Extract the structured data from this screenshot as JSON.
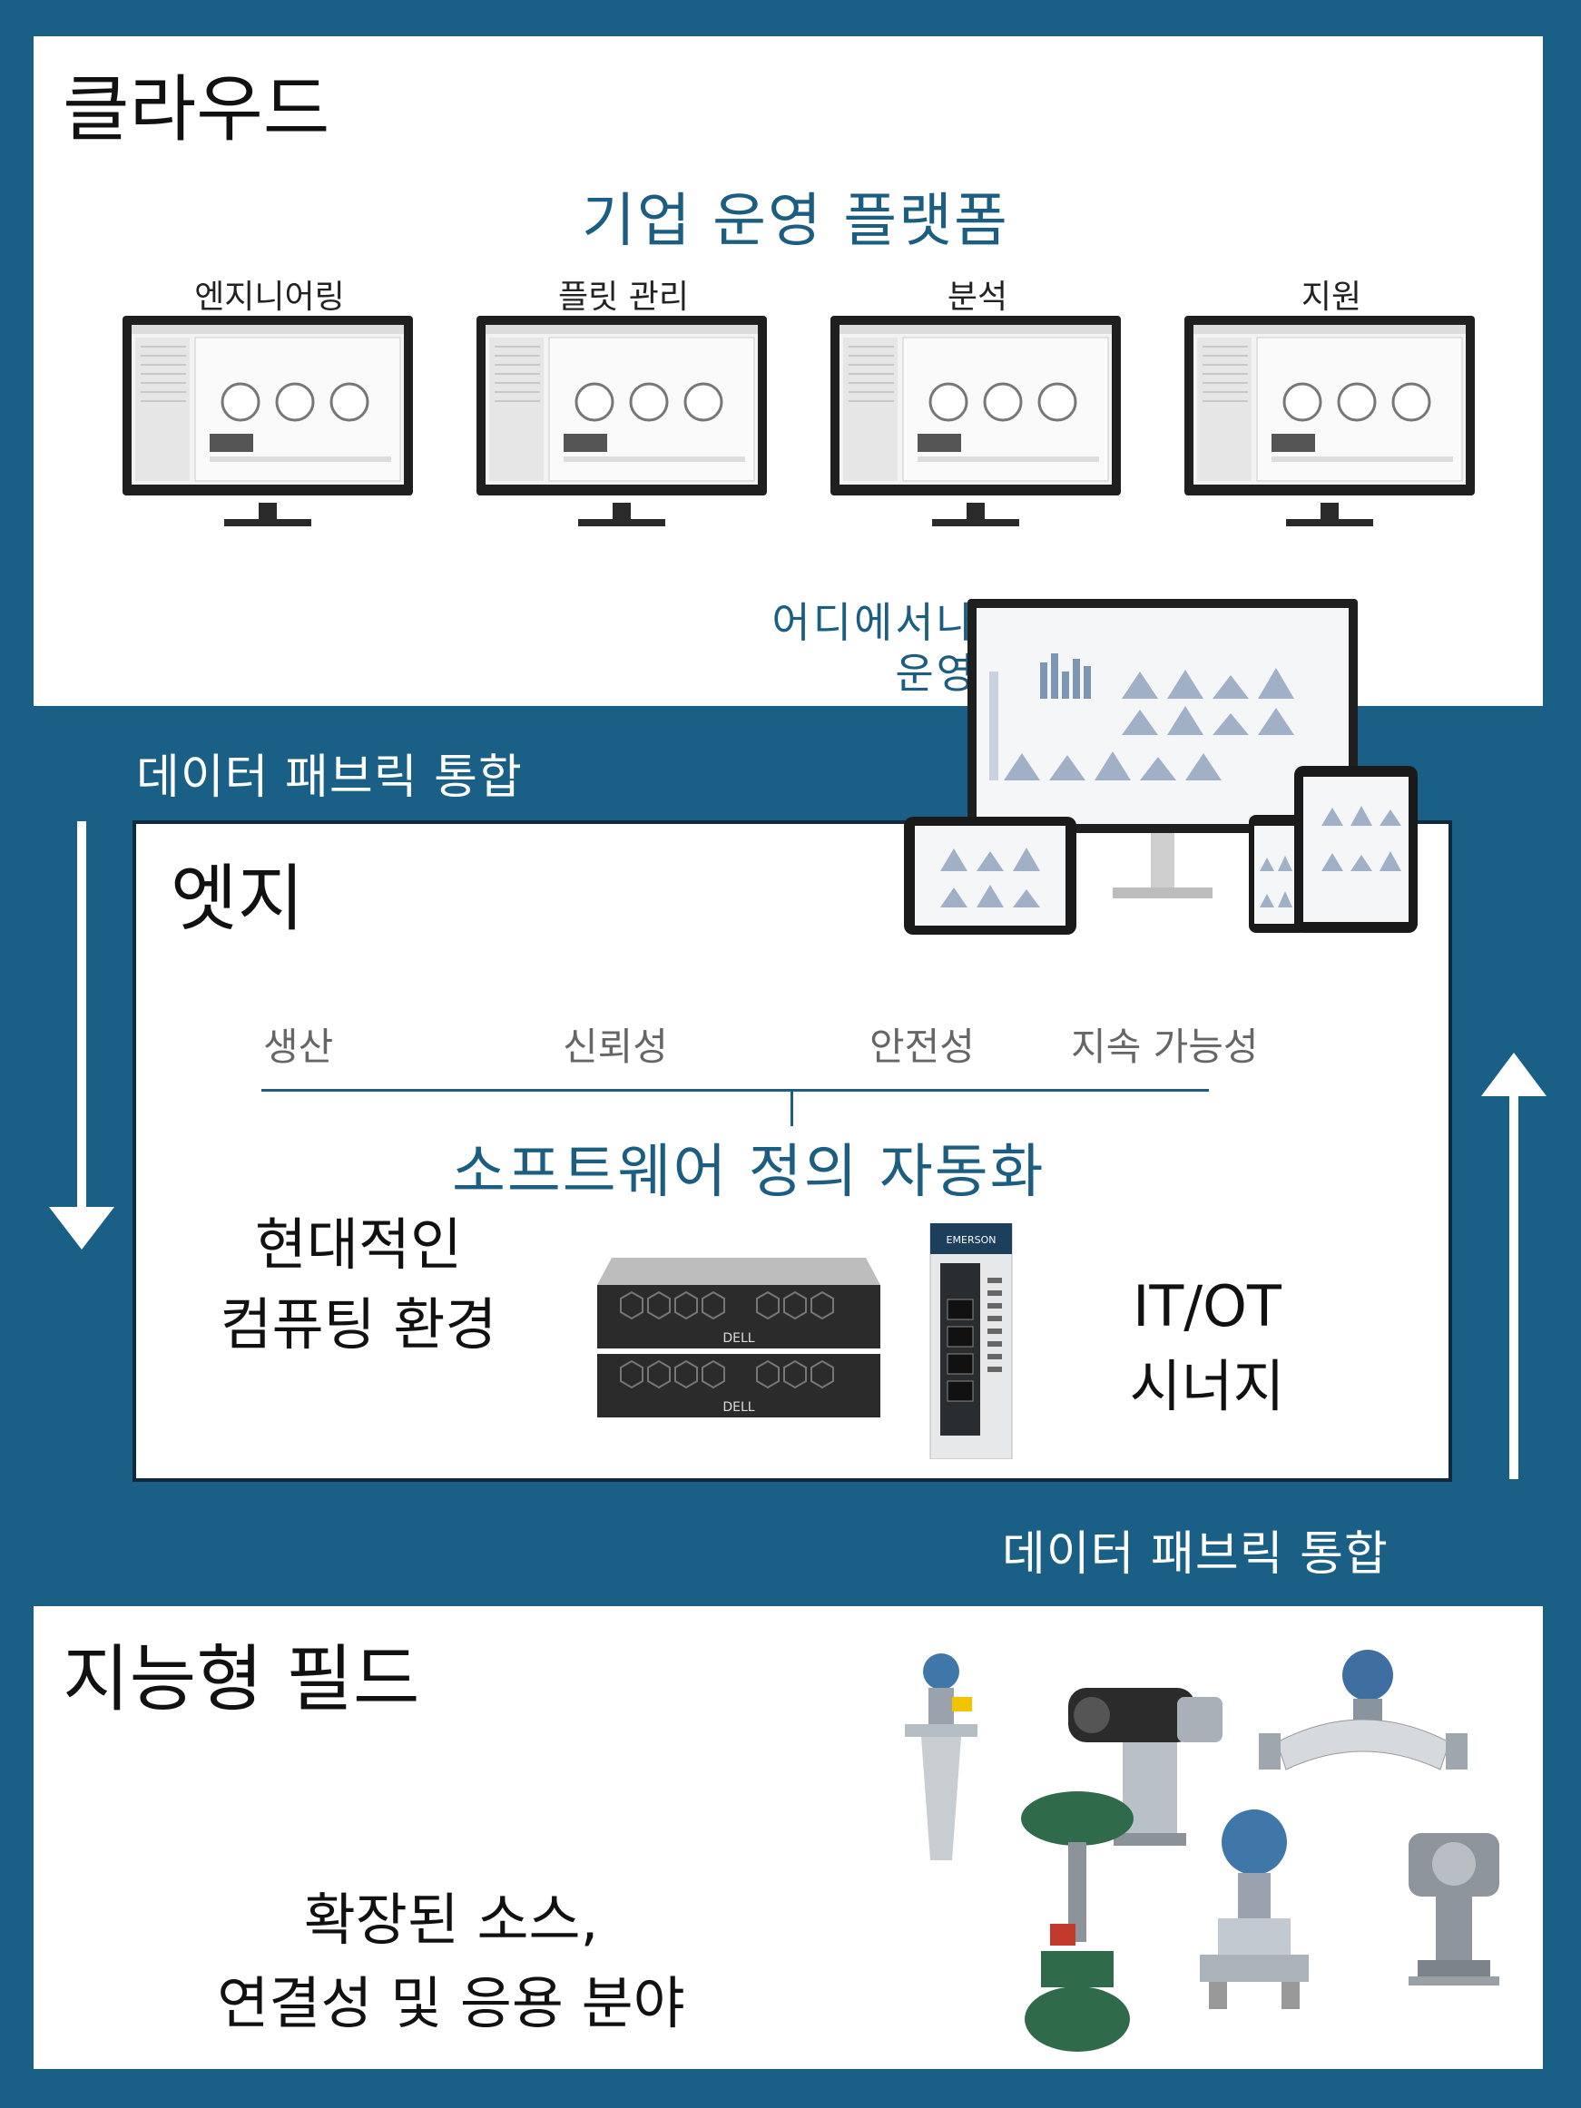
{
  "cloud": {
    "title": "클라우드",
    "platform_title": "기업 운영 플랫폼",
    "monitors": [
      {
        "label": "엔지니어링"
      },
      {
        "label": "플릿 관리"
      },
      {
        "label": "분석"
      },
      {
        "label": "지원"
      }
    ],
    "anywhere_line1": "어디에서나",
    "anywhere_line2": "운영"
  },
  "fabric_top": "데이터 패브릭 통합",
  "fabric_bottom": "데이터 패브릭 통합",
  "edge": {
    "title": "엣지",
    "pillars": [
      "생산",
      "신뢰성",
      "안전성",
      "지속 가능성"
    ],
    "sda_title": "소프트웨어 정의 자동화",
    "compute_line1": "현대적인",
    "compute_line2": "컴퓨팅 환경",
    "server_brand": "DELL",
    "controller_brand": "EMERSON",
    "itot_line1": "IT/OT",
    "itot_line2": "시너지"
  },
  "field": {
    "title": "지능형 필드",
    "desc_line1": "확장된 소스,",
    "desc_line2": "연결성 및 응용 분야"
  },
  "colors": {
    "background": "#1a5f85",
    "accent_blue": "#1b5e82",
    "panel": "#ffffff"
  }
}
